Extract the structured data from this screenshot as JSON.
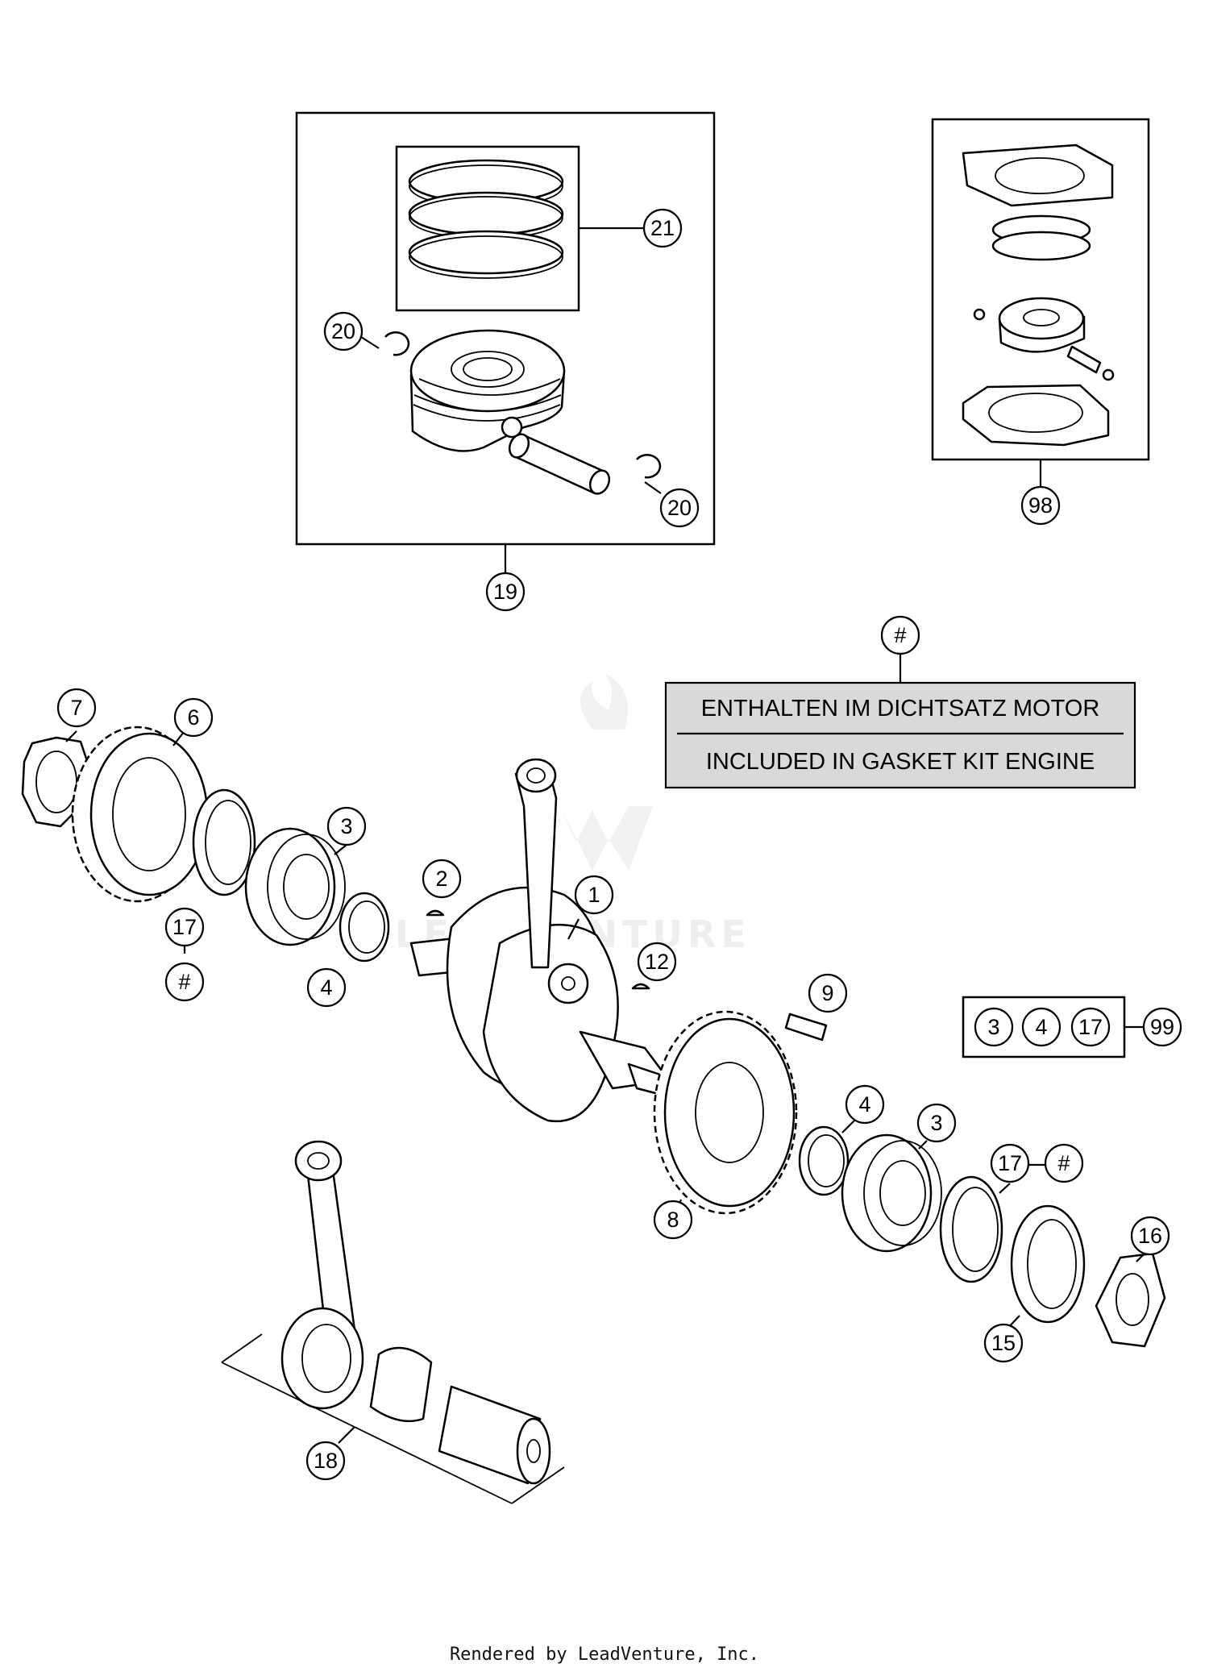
{
  "note": {
    "line_de": "ENTHALTEN IM DICHTSATZ MOTOR",
    "line_en": "INCLUDED IN GASKET KIT ENGINE",
    "marker": "#"
  },
  "callouts": {
    "c19": "19",
    "c20a": "20",
    "c20b": "20",
    "c21": "21",
    "c98": "98",
    "c7": "7",
    "c6": "6",
    "c3a": "3",
    "c2": "2",
    "c1": "1",
    "c17a": "17",
    "c_hash_a": "#",
    "c4a": "4",
    "c12": "12",
    "c9": "9",
    "c4b": "4",
    "c3b": "3",
    "c17b": "17",
    "c_hash_b": "#",
    "c8": "8",
    "c16": "16",
    "c15": "15",
    "c18": "18",
    "c_hash_note": "#"
  },
  "kit99": {
    "items": [
      "3",
      "4",
      "17"
    ],
    "label": "99"
  },
  "watermark": "LEADVENTURE",
  "footer": "Rendered by LeadVenture, Inc."
}
